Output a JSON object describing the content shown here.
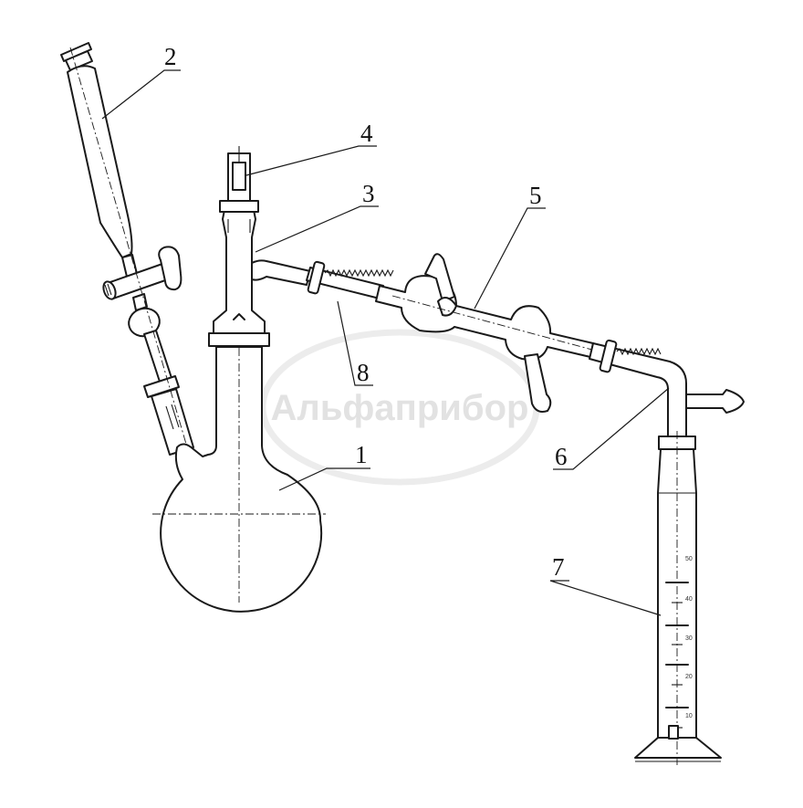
{
  "watermark": "Альфаприбор",
  "labels": [
    "1",
    "2",
    "3",
    "4",
    "5",
    "6",
    "7",
    "8"
  ],
  "cylinder_scale": [
    "50",
    "40",
    "30",
    "20",
    "10"
  ],
  "colors": {
    "line": "#1a1a1a",
    "watermark": "#e2e2e2",
    "background": "#ffffff"
  }
}
